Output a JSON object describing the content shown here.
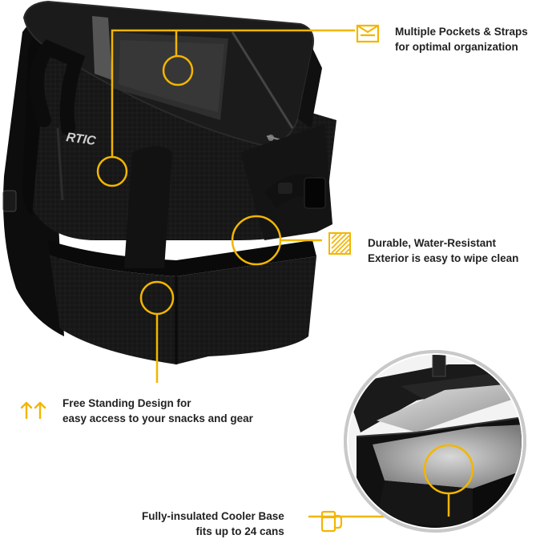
{
  "accent_color": "#f2b600",
  "brand_logo": "RTIC",
  "features": [
    {
      "name": "pockets",
      "line1": "Multiple Pockets & Straps",
      "line2": "for optimal organization",
      "icon": "pocket-icon"
    },
    {
      "name": "exterior",
      "line1": "Durable, Water-Resistant",
      "line2": "Exterior is easy to wipe clean",
      "icon": "texture-icon"
    },
    {
      "name": "standing",
      "line1": "Free Standing Design for",
      "line2": "easy access to your snacks and gear",
      "icon": "up-arrows-icon"
    },
    {
      "name": "cooler",
      "line1": "Fully-insulated Cooler Base",
      "line2": "fits up to 24 cans",
      "icon": "cup-icon"
    }
  ]
}
